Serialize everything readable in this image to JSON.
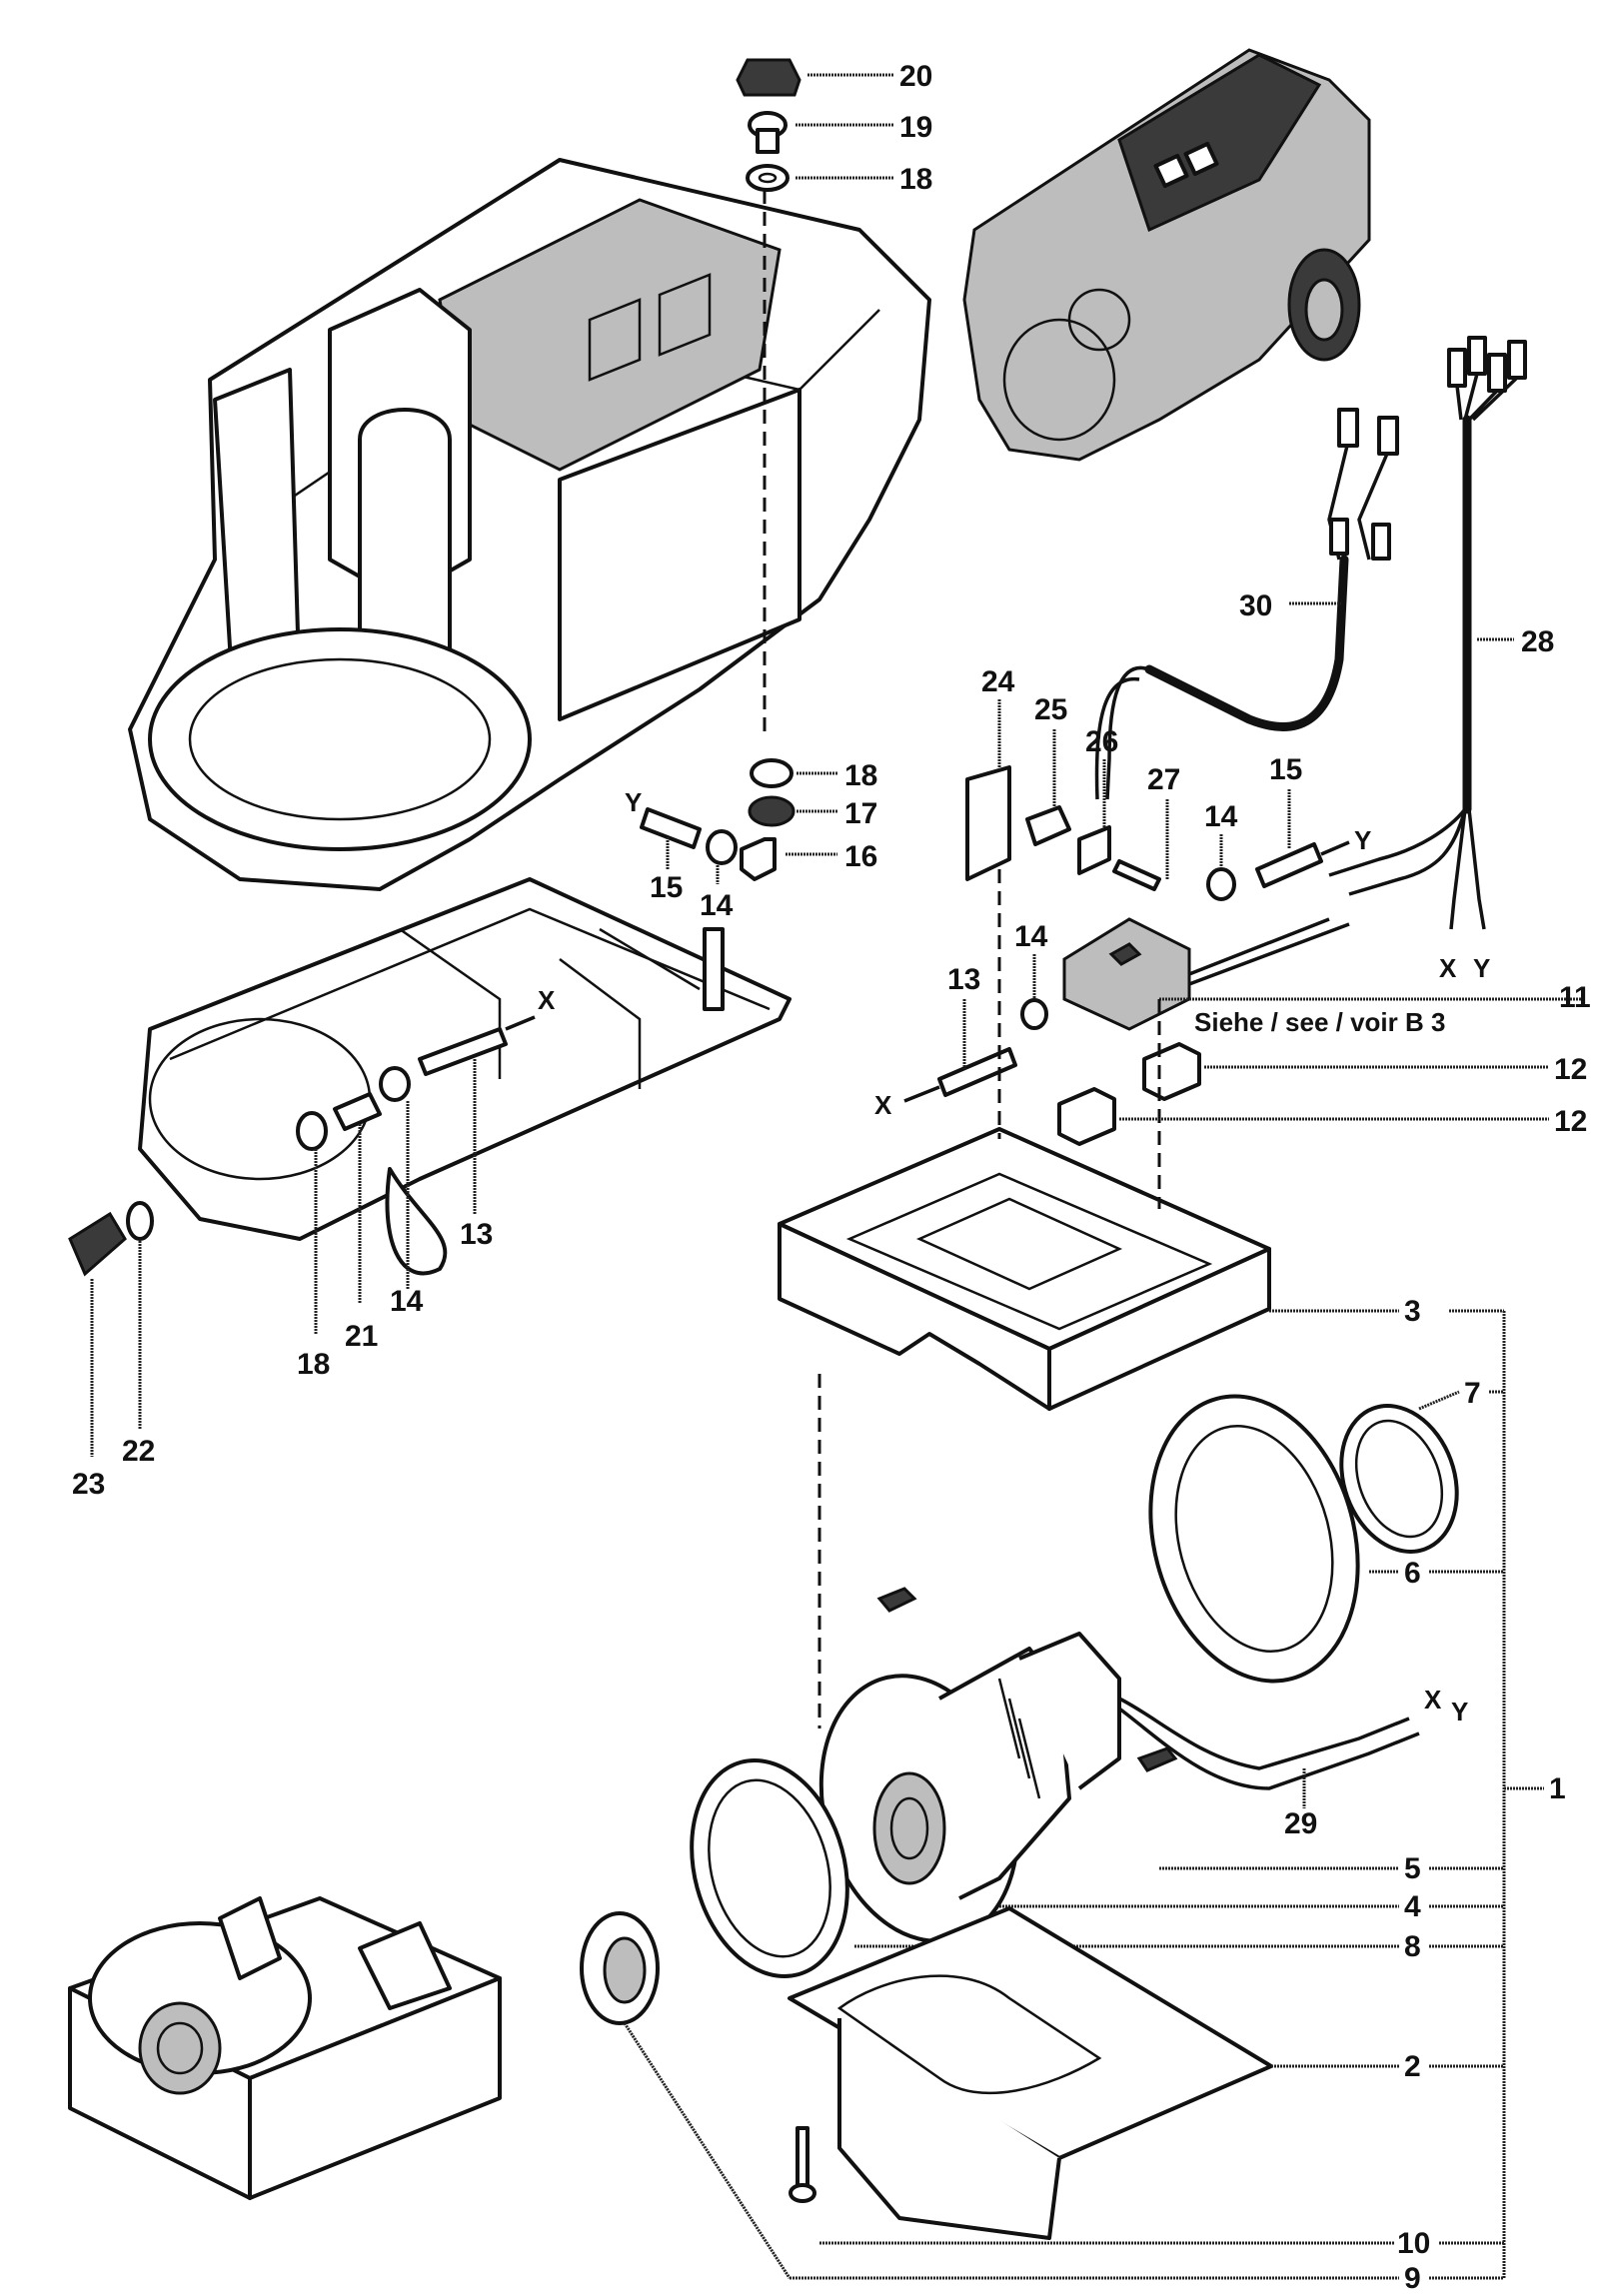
{
  "diagram": {
    "title": "Exploded parts view — housing, switch and motor assembly",
    "reference_note": "Siehe / see / voir B 3",
    "connector_marks": [
      "X",
      "Y"
    ],
    "callouts": [
      {
        "id": "c1",
        "label": "1"
      },
      {
        "id": "c2",
        "label": "2"
      },
      {
        "id": "c3",
        "label": "3"
      },
      {
        "id": "c4",
        "label": "4"
      },
      {
        "id": "c5",
        "label": "5"
      },
      {
        "id": "c6",
        "label": "6"
      },
      {
        "id": "c7",
        "label": "7"
      },
      {
        "id": "c8",
        "label": "8"
      },
      {
        "id": "c9",
        "label": "9"
      },
      {
        "id": "c10",
        "label": "10"
      },
      {
        "id": "c11",
        "label": "11"
      },
      {
        "id": "c12a",
        "label": "12"
      },
      {
        "id": "c12b",
        "label": "12"
      },
      {
        "id": "c13a",
        "label": "13"
      },
      {
        "id": "c13b",
        "label": "13"
      },
      {
        "id": "c14a",
        "label": "14"
      },
      {
        "id": "c14b",
        "label": "14"
      },
      {
        "id": "c14c",
        "label": "14"
      },
      {
        "id": "c14d",
        "label": "14"
      },
      {
        "id": "c15a",
        "label": "15"
      },
      {
        "id": "c15b",
        "label": "15"
      },
      {
        "id": "c16",
        "label": "16"
      },
      {
        "id": "c17",
        "label": "17"
      },
      {
        "id": "c18a",
        "label": "18"
      },
      {
        "id": "c18b",
        "label": "18"
      },
      {
        "id": "c18c",
        "label": "18"
      },
      {
        "id": "c19",
        "label": "19"
      },
      {
        "id": "c20",
        "label": "20"
      },
      {
        "id": "c21",
        "label": "21"
      },
      {
        "id": "c22",
        "label": "22"
      },
      {
        "id": "c23",
        "label": "23"
      },
      {
        "id": "c24",
        "label": "24"
      },
      {
        "id": "c25",
        "label": "25"
      },
      {
        "id": "c26",
        "label": "26"
      },
      {
        "id": "c27",
        "label": "27"
      },
      {
        "id": "c28",
        "label": "28"
      },
      {
        "id": "c29",
        "label": "29"
      },
      {
        "id": "c30",
        "label": "30"
      }
    ]
  }
}
